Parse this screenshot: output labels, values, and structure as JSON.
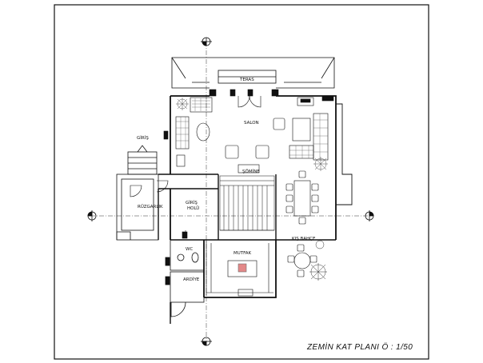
{
  "drawing": {
    "title": "ZEMİN KAT  PLANI  Ö : 1/50",
    "rooms": {
      "teras": "TERAS",
      "salon": "SALON",
      "giris": "GİRİŞ",
      "giris_holu_1": "GİRİŞ",
      "giris_holu_2": "HOLÜ",
      "ruzgarlik": "RÜZGARLIK",
      "somine": "ŞÖMİNE",
      "kis_bahcesi": "KIŞ BAHÇE",
      "mutfak": "MUTFAK",
      "wc": "WC",
      "ardiye": "ARDİYE"
    },
    "colors": {
      "line": "#111111",
      "red_accent": "#d23a3a",
      "paper": "#ffffff"
    }
  }
}
